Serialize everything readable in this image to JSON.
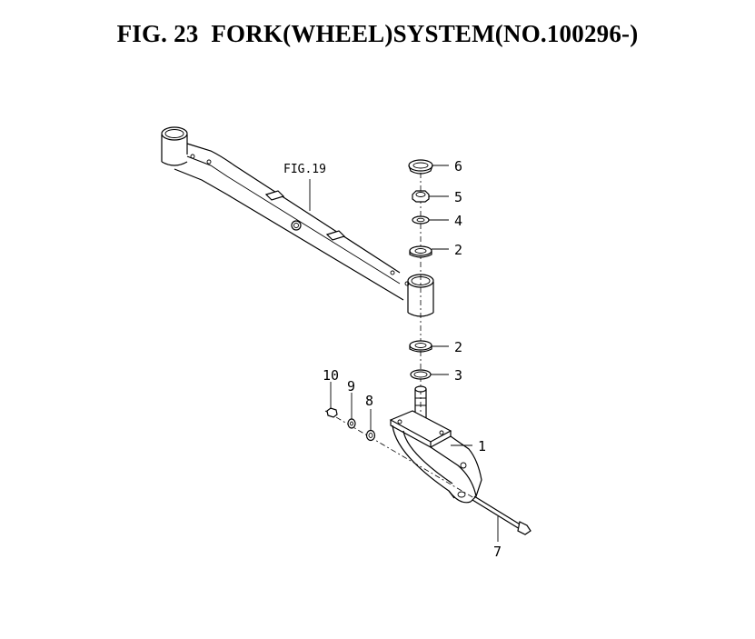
{
  "title": "FIG. 23  FORK(WHEEL)SYSTEM(NO.100296-)",
  "reference": "FIG.19",
  "callouts": {
    "p6": "6",
    "p5": "5",
    "p4": "4",
    "p2a": "2",
    "p2b": "2",
    "p3": "3",
    "p1": "1",
    "p7": "7",
    "p8": "8",
    "p9": "9",
    "p10": "10"
  }
}
